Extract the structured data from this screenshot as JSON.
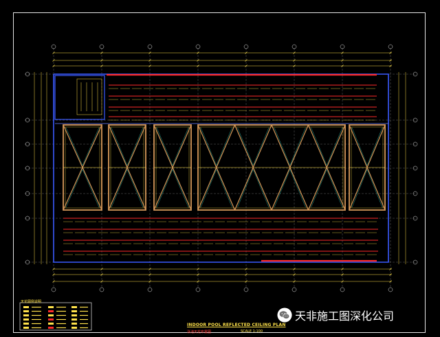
{
  "drawing": {
    "title_en": "INDOOR POOL REFLECTED CEILING PLAN",
    "title_cn": "泳池天花布置图",
    "scale": "SCALE    1:100",
    "legend_title": "天花图例说明"
  },
  "watermark": {
    "text": "天非施工图深化公司",
    "icon": "wechat-icon"
  },
  "colors": {
    "background": "#000000",
    "frame": "#e8e8e8",
    "dimension": "#ffe24a",
    "wall": "#3b5bff",
    "light_strip": "#ff2a2a",
    "ceiling_panel": "#d89a5a",
    "text_accent": "#ff3b3b"
  }
}
